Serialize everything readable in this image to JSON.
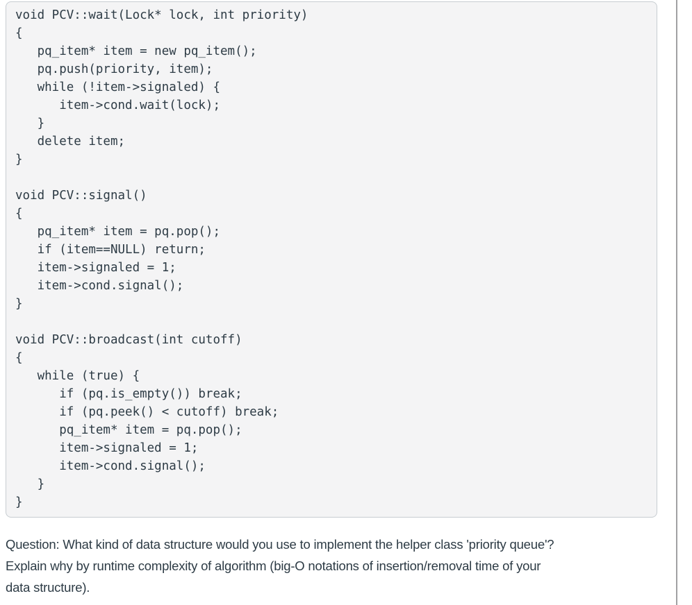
{
  "colors": {
    "code_box_background": "#f4f4f5",
    "code_box_border": "#c7cdd1",
    "text": "#2d3b45",
    "divider": "#a1a1a3",
    "page_background": "#ffffff"
  },
  "code_block": {
    "language": "cpp",
    "lines": [
      "void PCV::wait(Lock* lock, int priority)",
      "{",
      "   pq_item* item = new pq_item();",
      "   pq.push(priority, item);",
      "   while (!item->signaled) {",
      "      item->cond.wait(lock);",
      "   }",
      "   delete item;",
      "}",
      "",
      "void PCV::signal()",
      "{",
      "   pq_item* item = pq.pop();",
      "   if (item==NULL) return;",
      "   item->signaled = 1;",
      "   item->cond.signal();",
      "}",
      "",
      "void PCV::broadcast(int cutoff)",
      "{",
      "   while (true) {",
      "      if (pq.is_empty()) break;",
      "      if (pq.peek() < cutoff) break;",
      "      pq_item* item = pq.pop();",
      "      item->signaled = 1;",
      "      item->cond.signal();",
      "   }",
      "}"
    ]
  },
  "question": {
    "lines": [
      "Question: What kind of data structure would you use to implement the helper class 'priority queue'?",
      "Explain why by runtime complexity of algorithm (big-O notations of insertion/removal time of your",
      "data structure)."
    ],
    "full_text": "Question: What kind of data structure would you use to implement the helper class 'priority queue'? Explain why by runtime complexity of algorithm (big-O notations of insertion/removal time of your data structure)."
  }
}
